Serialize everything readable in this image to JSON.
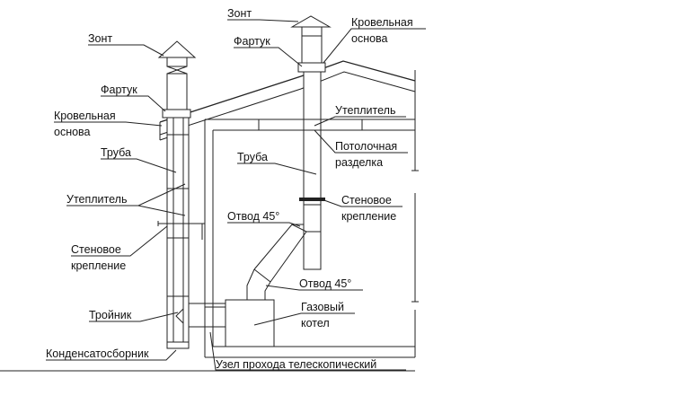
{
  "labels": {
    "left": {
      "cap": "Зонт",
      "apron": "Фартук",
      "roof_base_1": "Кровельная",
      "roof_base_2": "основа",
      "pipe": "Труба",
      "insulation": "Утеплитель",
      "wall_mount_1": "Стеновое",
      "wall_mount_2": "крепление",
      "tee": "Тройник",
      "condensate": "Конденсатосборник"
    },
    "right": {
      "cap": "Зонт",
      "apron": "Фартук",
      "roof_base_1": "Кровельная",
      "roof_base_2": "основа",
      "insulation": "Утеплитель",
      "ceiling_1": "Потолочная",
      "ceiling_2": "разделка",
      "pipe": "Труба",
      "wall_mount_1": "Стеновое",
      "wall_mount_2": "крепление",
      "elbow_top": "Отвод 45°",
      "elbow_bottom": "Отвод 45°",
      "boiler_1": "Газовый",
      "boiler_2": "котел",
      "telescopic": "Узел прохода телескопический"
    }
  }
}
